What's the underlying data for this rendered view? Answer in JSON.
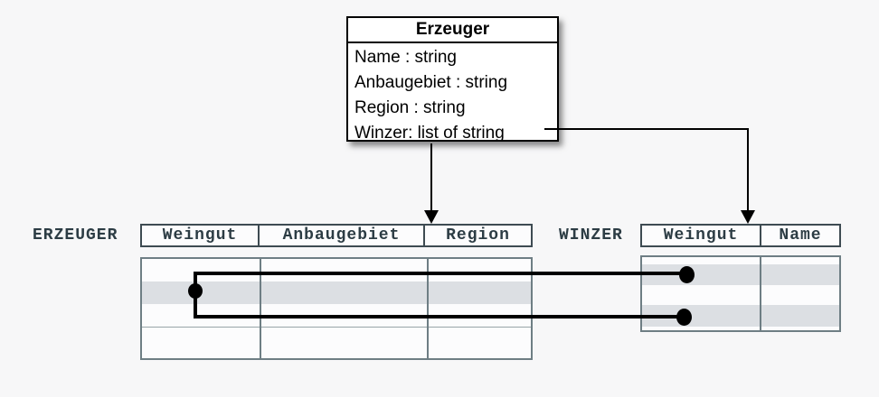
{
  "diagram": {
    "class_box": {
      "title": "Erzeuger",
      "attributes": [
        "Name : string",
        "Anbaugebiet : string",
        "Region : string",
        "Winzer: list of string"
      ]
    },
    "tables": {
      "erzeuger": {
        "label": "ERZEUGER",
        "columns": [
          "Weingut",
          "Anbaugebiet",
          "Region"
        ]
      },
      "winzer": {
        "label": "WINZER",
        "columns": [
          "Weingut",
          "Name"
        ]
      }
    },
    "colors": {
      "background": "#f7f7f8",
      "class_box_border": "#000000",
      "table_text": "#2c3c44",
      "table_border_dark": "#3e4b52",
      "table_border_light": "#6e7e84",
      "row_shade": "#dcdfe3",
      "connector": "#000000"
    }
  }
}
